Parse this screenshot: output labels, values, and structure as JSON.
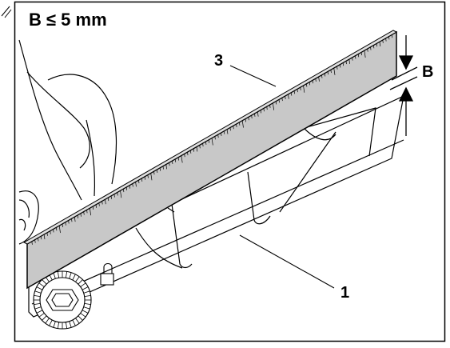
{
  "figure": {
    "heading": "B ≤ 5 mm",
    "callouts": {
      "ruler": "3",
      "blade": "1",
      "gap": "B"
    }
  }
}
